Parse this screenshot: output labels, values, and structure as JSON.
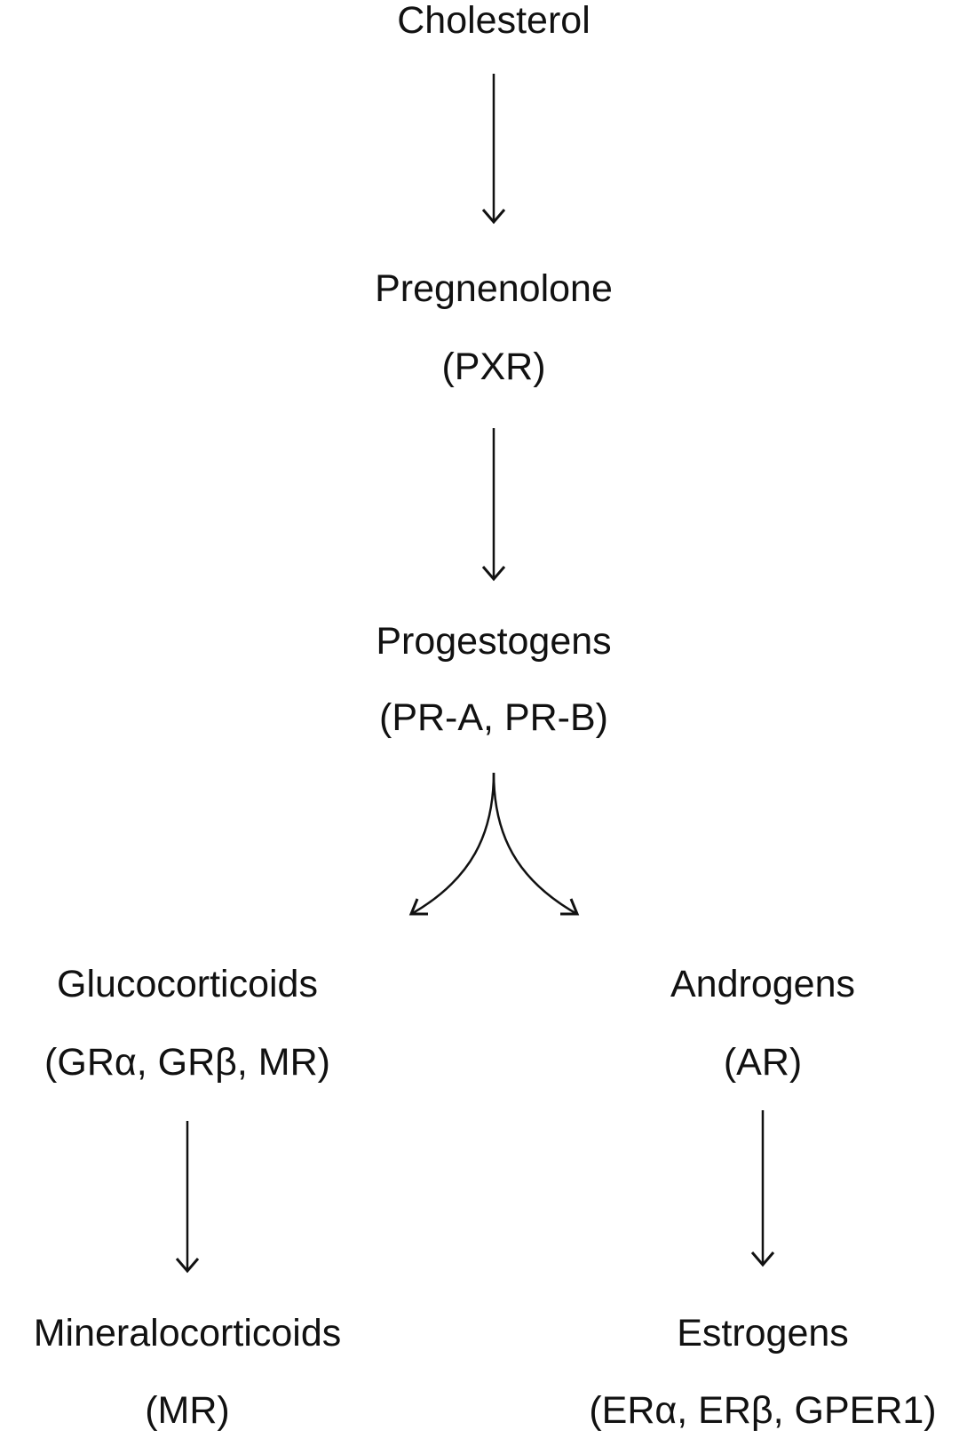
{
  "diagram": {
    "nodes": {
      "cholesterol": {
        "name": "Cholesterol",
        "receptors": ""
      },
      "pregnenolone": {
        "name": "Pregnenolone",
        "receptors": "(PXR)"
      },
      "progestogens": {
        "name": "Progestogens",
        "receptors": "(PR-A, PR-B)"
      },
      "glucocorticoids": {
        "name": "Glucocorticoids",
        "receptors": "(GRα, GRβ, MR)"
      },
      "androgens": {
        "name": "Androgens",
        "receptors": "(AR)"
      },
      "mineralocorticoids": {
        "name": "Mineralocorticoids",
        "receptors": "(MR)"
      },
      "estrogens": {
        "name": "Estrogens",
        "receptors": "(ERα, ERβ, GPER1)"
      }
    },
    "edges": [
      {
        "from": "cholesterol",
        "to": "pregnenolone"
      },
      {
        "from": "pregnenolone",
        "to": "progestogens"
      },
      {
        "from": "progestogens",
        "to": "glucocorticoids"
      },
      {
        "from": "progestogens",
        "to": "androgens"
      },
      {
        "from": "glucocorticoids",
        "to": "mineralocorticoids"
      },
      {
        "from": "androgens",
        "to": "estrogens"
      }
    ],
    "line_color": "#111111"
  }
}
